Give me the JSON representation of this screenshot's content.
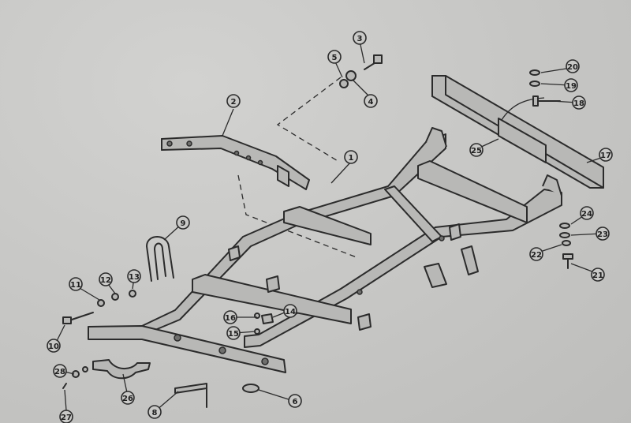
{
  "callouts": [
    {
      "id": "p1",
      "label": "1"
    },
    {
      "id": "p2",
      "label": "2"
    },
    {
      "id": "p3",
      "label": "3"
    },
    {
      "id": "p4",
      "label": "4"
    },
    {
      "id": "p5",
      "label": "5"
    },
    {
      "id": "p6",
      "label": "6"
    },
    {
      "id": "p8",
      "label": "8"
    },
    {
      "id": "p9",
      "label": "9"
    },
    {
      "id": "p10",
      "label": "10"
    },
    {
      "id": "p11",
      "label": "11"
    },
    {
      "id": "p12",
      "label": "12"
    },
    {
      "id": "p13",
      "label": "13"
    },
    {
      "id": "p14",
      "label": "14"
    },
    {
      "id": "p15",
      "label": "15"
    },
    {
      "id": "p16",
      "label": "16"
    },
    {
      "id": "p17",
      "label": "17"
    },
    {
      "id": "p18",
      "label": "18"
    },
    {
      "id": "p19",
      "label": "19"
    },
    {
      "id": "p20",
      "label": "20"
    },
    {
      "id": "p21",
      "label": "21"
    },
    {
      "id": "p22",
      "label": "22"
    },
    {
      "id": "p23",
      "label": "23"
    },
    {
      "id": "p24",
      "label": "24"
    },
    {
      "id": "p25",
      "label": "25"
    },
    {
      "id": "p26",
      "label": "26"
    },
    {
      "id": "p27",
      "label": "27"
    },
    {
      "id": "p28",
      "label": "28"
    }
  ]
}
